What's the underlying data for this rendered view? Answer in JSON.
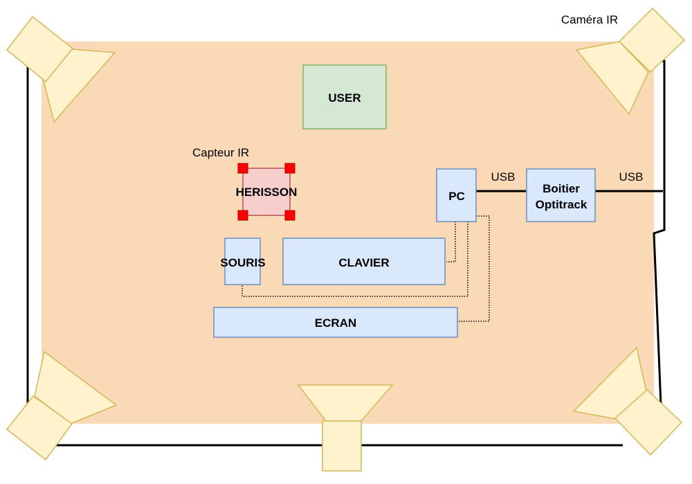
{
  "labels": {
    "camera_ir": "Caméra IR",
    "capteur_ir": "Capteur IR",
    "usb_pc": "USB",
    "usb_camera": "USB"
  },
  "boxes": {
    "user": "USER",
    "herisson": "HERISSON",
    "pc": "PC",
    "boitier_line1": "Boitier",
    "boitier_line2": "Optitrack",
    "souris": "SOURIS",
    "clavier": "CLAVIER",
    "ecran": "ECRAN"
  },
  "colors": {
    "room": "#fad9b6",
    "camera_fill": "#fff2cc",
    "camera_stroke": "#d6b656",
    "device_fill": "#dae8fc",
    "device_stroke": "#6c8ebf",
    "user_fill": "#d5e8d4",
    "sensor_fill": "#f8cecc",
    "marker": "#ff0000"
  }
}
